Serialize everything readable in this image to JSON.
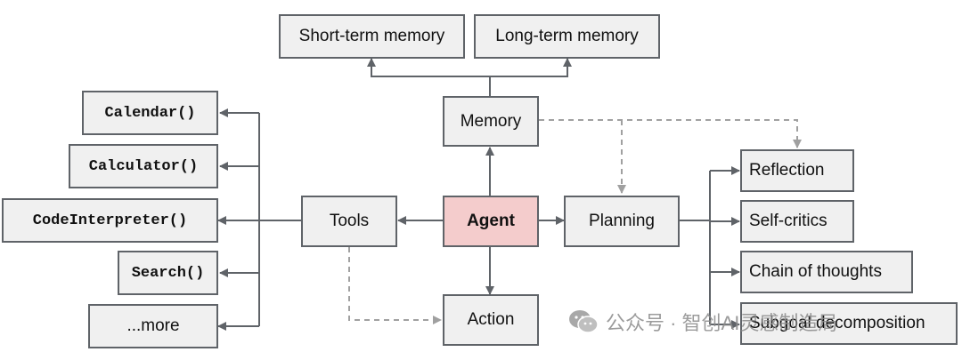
{
  "nodes": {
    "short_term_memory": "Short-term memory",
    "long_term_memory": "Long-term memory",
    "memory": "Memory",
    "agent": "Agent",
    "tools": "Tools",
    "planning": "Planning",
    "action": "Action",
    "calendar": "Calendar()",
    "calculator": "Calculator()",
    "code_interpreter": "CodeInterpreter()",
    "search": "Search()",
    "more": "...more",
    "reflection": "Reflection",
    "self_critics": "Self-critics",
    "chain_of_thoughts": "Chain of thoughts",
    "subgoal_decomposition": "Subgoal decomposition"
  },
  "watermark": {
    "text": "公众号 · 智创AI灵感制造局",
    "icon": "wechat-icon"
  },
  "colors": {
    "box_fill": "#f0f0f0",
    "agent_fill": "#f4cccc",
    "line": "#5f6368",
    "dashed": "#a0a0a0"
  }
}
